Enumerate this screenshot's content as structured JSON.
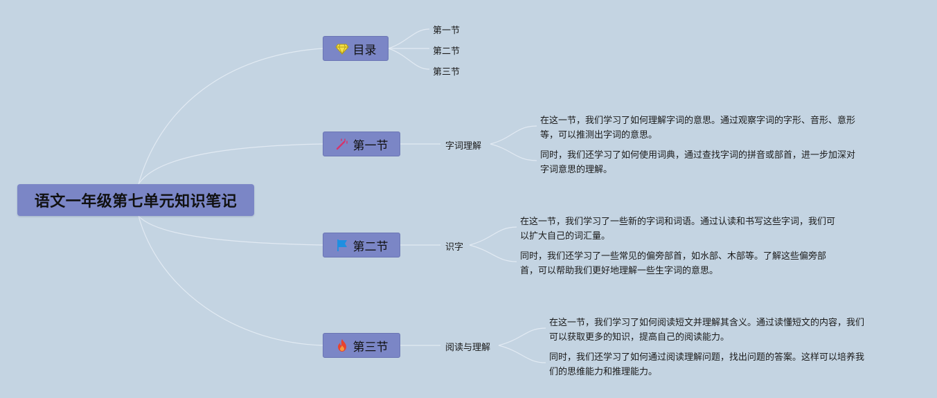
{
  "root": {
    "title": "语文一年级第七单元知识笔记"
  },
  "branches": [
    {
      "label": "目录",
      "icon": "diamond-icon",
      "children": [
        "第一节",
        "第二节",
        "第三节"
      ]
    },
    {
      "label": "第一节",
      "icon": "magic-wand-icon",
      "topic": "字词理解",
      "notes": [
        "在这一节，我们学习了如何理解字词的意思。通过观察字词的字形、音形、意形\n等，可以推测出字词的意思。",
        "同时，我们还学习了如何使用词典，通过查找字词的拼音或部首，进一步加深对\n字词意思的理解。"
      ]
    },
    {
      "label": "第二节",
      "icon": "flag-icon",
      "topic": "识字",
      "notes": [
        "在这一节，我们学习了一些新的字词和词语。通过认读和书写这些字词，我们可\n以扩大自己的词汇量。",
        "同时，我们还学习了一些常见的偏旁部首，如水部、木部等。了解这些偏旁部\n首，可以帮助我们更好地理解一些生字词的意思。"
      ]
    },
    {
      "label": "第三节",
      "icon": "fire-icon",
      "topic": "阅读与理解",
      "notes": [
        "在这一节，我们学习了如何阅读短文并理解其含义。通过读懂短文的内容，我们\n可以获取更多的知识，提高自己的阅读能力。",
        "同时，我们还学习了如何通过阅读理解问题，找出问题的答案。这样可以培养我\n们的思维能力和推理能力。"
      ]
    }
  ],
  "colors": {
    "background": "#c4d4e2",
    "node_fill": "#7b86c6",
    "connector": "#e4ebf3"
  }
}
